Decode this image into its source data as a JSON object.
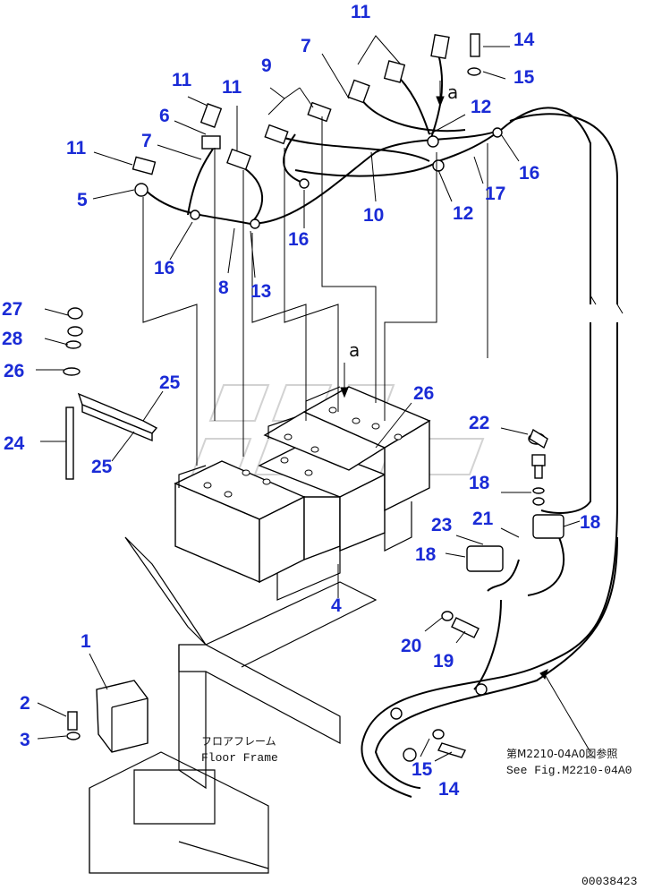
{
  "callouts": [
    "1",
    "2",
    "3",
    "4",
    "5",
    "6",
    "7",
    "7",
    "8",
    "9",
    "10",
    "11",
    "11",
    "11",
    "11",
    "12",
    "12",
    "13",
    "14",
    "14",
    "15",
    "15",
    "16",
    "16",
    "16",
    "17",
    "18",
    "18",
    "18",
    "19",
    "20",
    "21",
    "22",
    "23",
    "24",
    "25",
    "25",
    "26",
    "26",
    "27",
    "28"
  ],
  "section_markers": [
    "a",
    "a"
  ],
  "floor_frame_label": {
    "jp": "フロアフレーム",
    "en": "Floor Frame"
  },
  "reference_note": {
    "jp": "第M2210-04A0図参照",
    "en": "See Fig.M2210-04A0"
  },
  "figure_id": "00038423"
}
